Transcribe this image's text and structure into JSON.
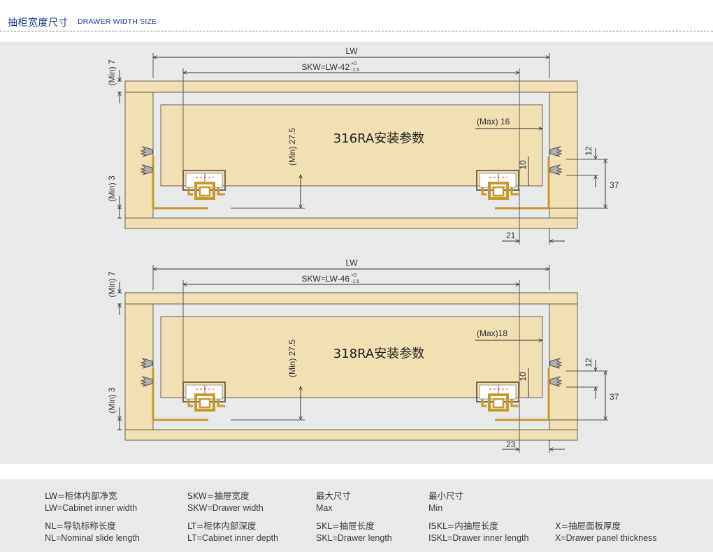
{
  "header": {
    "title_cn": "抽柜宽度尺寸",
    "title_en": "DRAWER WIDTH SIZE"
  },
  "diagram1": {
    "model_label": "316RA安装参数",
    "lw": "LW",
    "skw_prefix": "SKW=LW-42",
    "tol_upper": "+0",
    "tol_lower": "-1.5",
    "min7": "(Min) 7",
    "min3": "(Min) 3",
    "min27": "(Min) 27.5",
    "max_label": "(Max) 16",
    "dim10": "10",
    "dim12": "12",
    "dim37": "37",
    "dim_bottom": "21"
  },
  "diagram2": {
    "model_label": "318RA安装参数",
    "lw": "LW",
    "skw_prefix": "SKW=LW-46",
    "tol_upper": "+0",
    "tol_lower": "-1.5",
    "min7": "(Min) 7",
    "min3": "(Min) 3",
    "min27": "(Min) 27.5",
    "max_label": "(Max)18",
    "dim10": "10",
    "dim12": "12",
    "dim37": "37",
    "dim_bottom": "23"
  },
  "legend": {
    "col1": [
      "LW=柜体内部净宽",
      "LW=Cabinet inner width",
      "NL=导轨标称长度",
      "NL=Nominal slide length"
    ],
    "col2": [
      "SKW=抽屉宽度",
      "SKW=Drawer width",
      "LT=柜体内部深度",
      "LT=Cabinet inner depth"
    ],
    "col3": [
      "最大尺寸",
      "Max",
      "SKL=抽屉长度",
      "SKL=Drawer length"
    ],
    "col4": [
      "最小尺寸",
      "Min",
      "ISKL=内抽屉长度",
      "ISKL=Drawer inner length"
    ],
    "col5": [
      "X=抽屉面板厚度",
      "X=Drawer panel thickness"
    ]
  },
  "colors": {
    "wood": "#f2dfb3",
    "wood_stroke": "#6b6150",
    "rail": "#d6a93a",
    "panel_bg": "#e8e9e9",
    "title_blue": "#1b3a8c"
  }
}
